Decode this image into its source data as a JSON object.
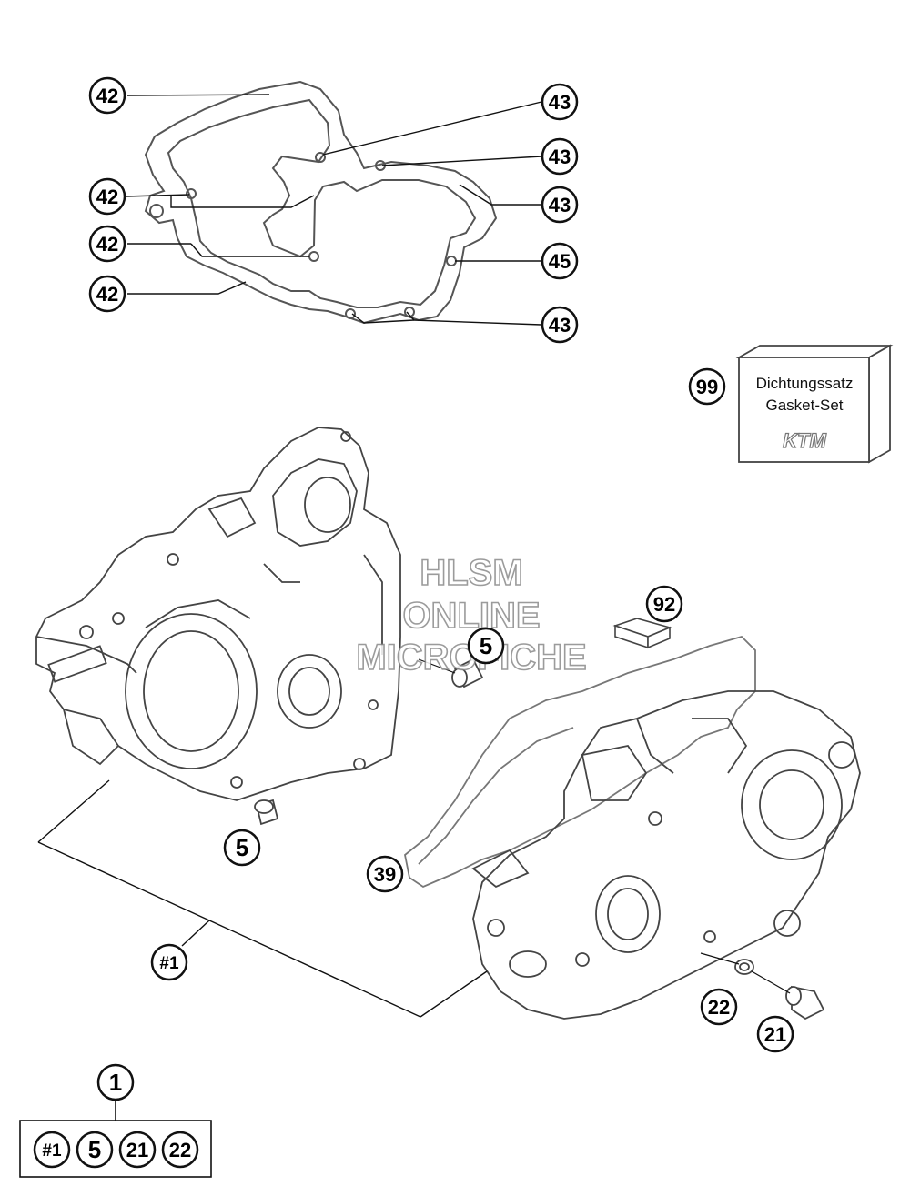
{
  "callouts": {
    "c42": "42",
    "c43": "43",
    "c45": "45",
    "c99": "99",
    "c92": "92",
    "c5": "5",
    "c39": "39",
    "c1a": "#1",
    "c22": "22",
    "c21": "21",
    "c1": "1"
  },
  "gasket_set": {
    "line1": "Dichtungssatz",
    "line2": "Gasket-Set",
    "brand": "KTM"
  },
  "kit_contents": [
    "#1",
    "5",
    "21",
    "22"
  ],
  "watermark": {
    "line1": "HLSM",
    "line2": "ONLINE",
    "line3": "MICROFICHE"
  }
}
